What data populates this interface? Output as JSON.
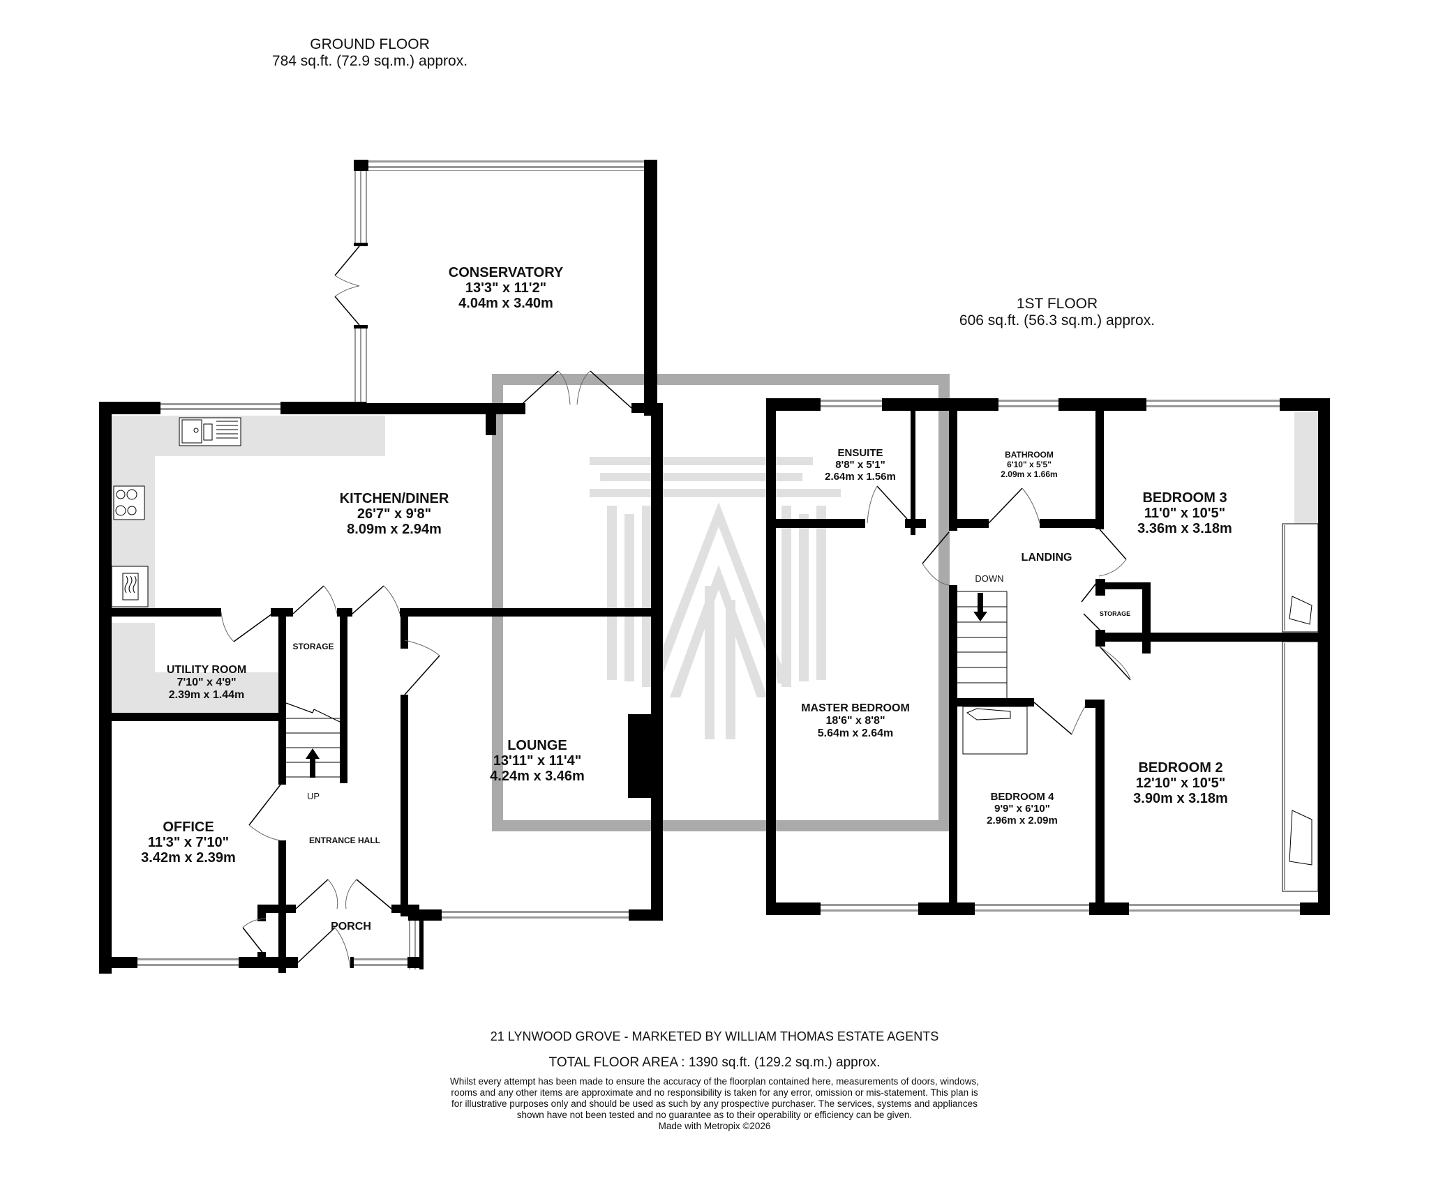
{
  "ground_floor": {
    "title": "GROUND FLOOR",
    "area": "784 sq.ft. (72.9 sq.m.) approx.",
    "rooms": [
      {
        "id": "conservatory",
        "name": "CONSERVATORY",
        "imperial": "13'3\"  x 11'2\"",
        "metric": "4.04m  x 3.40m"
      },
      {
        "id": "kitchen",
        "name": "KITCHEN/DINER",
        "imperial": "26'7\"  x 9'8\"",
        "metric": "8.09m  x 2.94m"
      },
      {
        "id": "utility",
        "name": "UTILITY ROOM",
        "imperial": "7'10\"  x 4'9\"",
        "metric": "2.39m  x 1.44m"
      },
      {
        "id": "storage",
        "name": "STORAGE"
      },
      {
        "id": "lounge",
        "name": "LOUNGE",
        "imperial": "13'11\"  x 11'4\"",
        "metric": "4.24m  x 3.46m"
      },
      {
        "id": "office",
        "name": "OFFICE",
        "imperial": "11'3\"  x 7'10\"",
        "metric": "3.42m  x 2.39m"
      },
      {
        "id": "entrance",
        "name": "ENTRANCE HALL"
      },
      {
        "id": "porch",
        "name": "PORCH"
      }
    ],
    "stairs_label": "UP"
  },
  "first_floor": {
    "title": "1ST FLOOR",
    "area": "606 sq.ft. (56.3 sq.m.) approx.",
    "rooms": [
      {
        "id": "ensuite",
        "name": "ENSUITE",
        "imperial": "8'8\"  x 5'1\"",
        "metric": "2.64m  x 1.56m"
      },
      {
        "id": "bathroom",
        "name": "BATHROOM",
        "imperial": "6'10\"  x 5'5\"",
        "metric": "2.09m  x 1.66m"
      },
      {
        "id": "bedroom3",
        "name": "BEDROOM 3",
        "imperial": "11'0\"  x 10'5\"",
        "metric": "3.36m  x 3.18m"
      },
      {
        "id": "landing",
        "name": "LANDING"
      },
      {
        "id": "storage",
        "name": "STORAGE"
      },
      {
        "id": "master",
        "name": "MASTER BEDROOM",
        "imperial": "18'6\"  x 8'8\"",
        "metric": "5.64m  x 2.64m"
      },
      {
        "id": "bedroom4",
        "name": "BEDROOM 4",
        "imperial": "9'9\"  x 6'10\"",
        "metric": "2.96m  x 2.09m"
      },
      {
        "id": "bedroom2",
        "name": "BEDROOM 2",
        "imperial": "12'10\"  x 10'5\"",
        "metric": "3.90m  x 3.18m"
      }
    ],
    "stairs_label": "DOWN"
  },
  "footer": {
    "address": "21 LYNWOOD GROVE - MARKETED BY WILLIAM THOMAS ESTATE AGENTS",
    "total_area": "TOTAL FLOOR AREA : 1390 sq.ft. (129.2 sq.m.) approx.",
    "disclaimer": "Whilst every attempt has been made to ensure the accuracy of the floorplan contained here, measurements of doors, windows, rooms and any other items are approximate and no responsibility is taken for any error, omission or mis-statement. This plan is for illustrative purposes only and should be used as such by any prospective purchaser. The services, systems and appliances shown have not been tested and no guarantee as to their operability or efficiency can be given.",
    "credit": "Made with Metropix ©2026"
  },
  "colors": {
    "wall": "#000000",
    "counter": "#e3e3e3",
    "watermark_frame": "#aaaaaa",
    "watermark_logo": "#e0e0e0"
  }
}
